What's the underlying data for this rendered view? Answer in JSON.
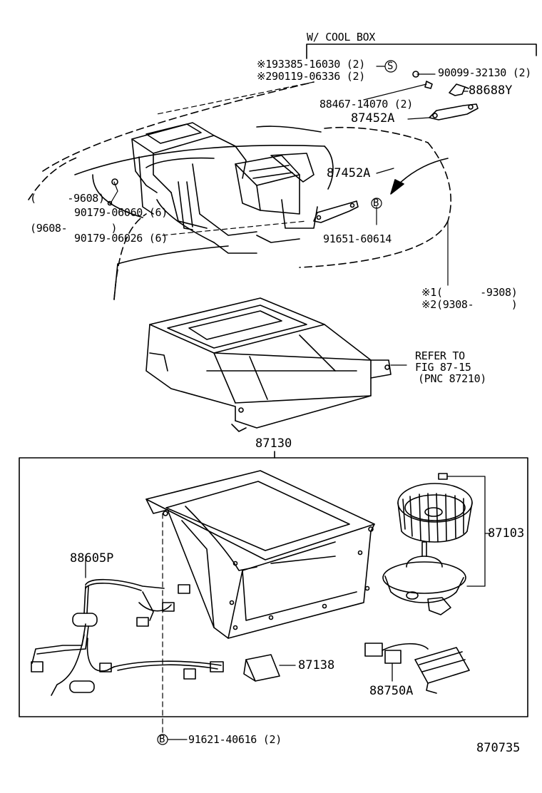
{
  "header_note": "W/ COOL BOX",
  "diagram_number": "870735",
  "parts": {
    "p1": "※193385-16030 (2)",
    "p2": "※290119-06336 (2)",
    "p3": "90099-32130 (2)",
    "p4": "88688Y",
    "p5": "88467-14070 (2)",
    "p6": "87452A",
    "p7": "87452A",
    "p8": "(     -9608)",
    "p9": "90179-06060 (6)",
    "p10": "(9608-       )",
    "p11": "90179-06026 (6)",
    "p12": "91651-60614",
    "p13": "87130",
    "p14": "87103",
    "p15": "88605P",
    "p16": "87138",
    "p17": "88750A",
    "p18": "91621-40616 (2)"
  },
  "date_notes": {
    "n1": "※1(      -9308)",
    "n2": "※2(9308-      )"
  },
  "refer": {
    "line1": "REFER TO",
    "line2": "FIG 87-15",
    "line3": "(PNC 87210)"
  },
  "symbols": {
    "s": "S",
    "b": "B"
  }
}
